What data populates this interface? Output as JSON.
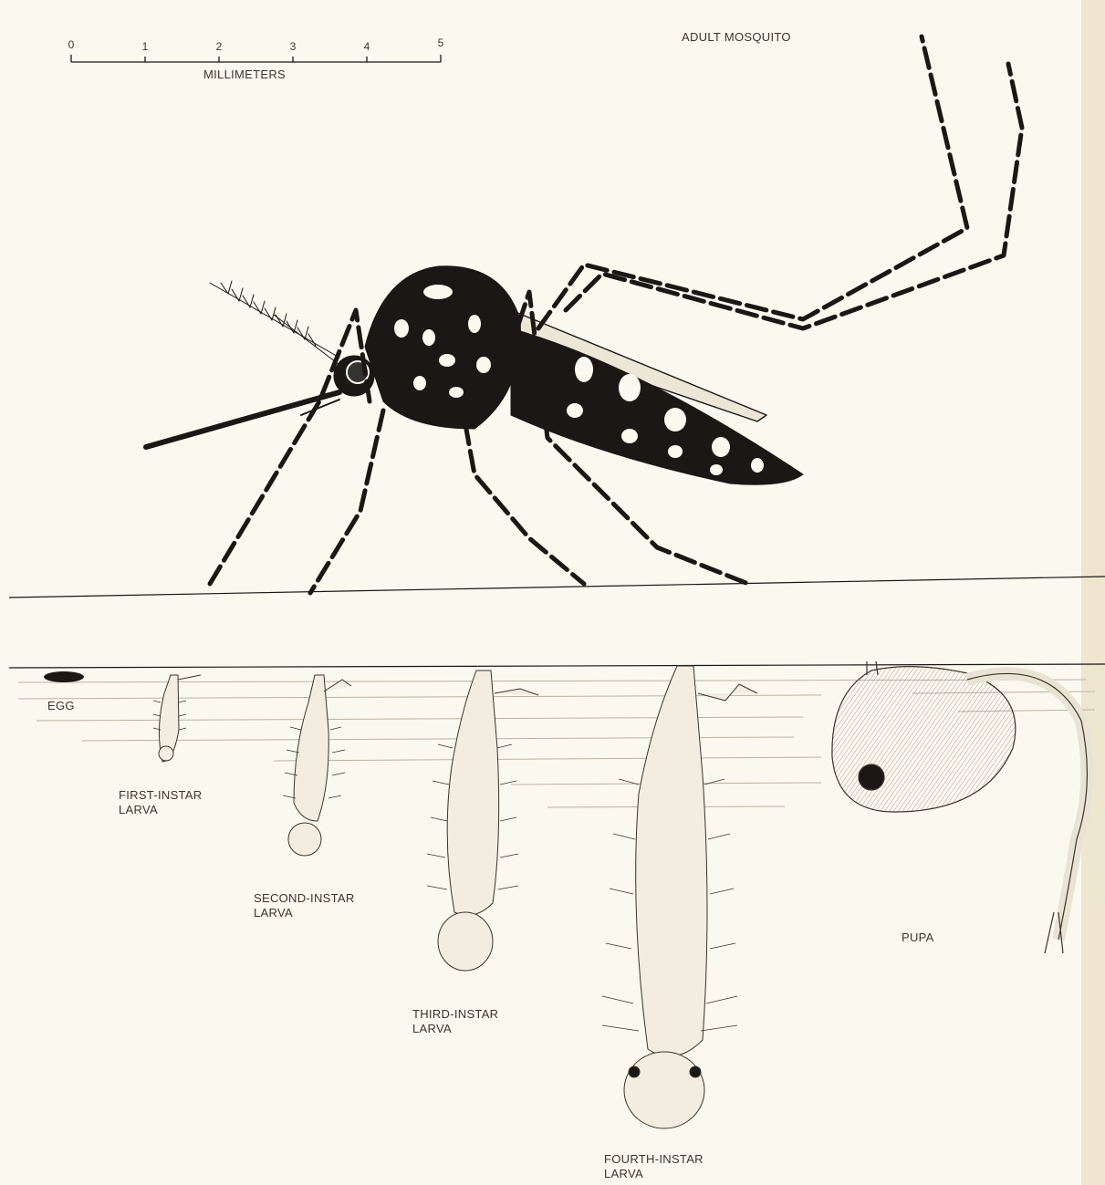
{
  "scale": {
    "unit_label": "MILLIMETERS",
    "ticks": [
      "0",
      "1",
      "2",
      "3",
      "4",
      "5"
    ]
  },
  "labels": {
    "adult": "ADULT MOSQUITO",
    "egg": "EGG",
    "first": [
      "FIRST-INSTAR",
      "LARVA"
    ],
    "second": [
      "SECOND-INSTAR",
      "LARVA"
    ],
    "third": [
      "THIRD-INSTAR",
      "LARVA"
    ],
    "fourth": [
      "FOURTH-INSTAR",
      "LARVA"
    ],
    "pupa": "PUPA"
  },
  "colors": {
    "paper": "#fbf8ef",
    "ink": "#1a1714",
    "text": "#3b352c",
    "water_line": "#b9b2a4"
  }
}
